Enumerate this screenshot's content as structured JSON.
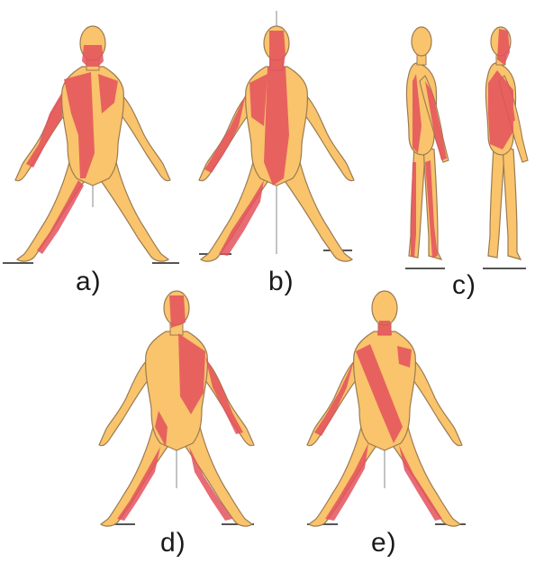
{
  "panels": [
    {
      "id": "a",
      "label": "a)",
      "view": "front"
    },
    {
      "id": "b",
      "label": "b)",
      "view": "back"
    },
    {
      "id": "c",
      "label": "c)",
      "view": "side"
    },
    {
      "id": "d",
      "label": "d)",
      "view": "back"
    },
    {
      "id": "e",
      "label": "e)",
      "view": "front"
    }
  ],
  "colors": {
    "skin": "#f9c46b",
    "line": "#9b7a52",
    "highlight": "#e4525e",
    "ground": "#555555",
    "center_line": "#888888"
  }
}
